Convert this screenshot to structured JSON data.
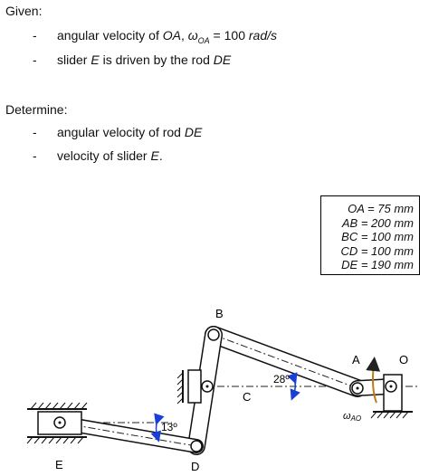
{
  "given": {
    "title": "Given:",
    "items": [
      {
        "dash": "-",
        "text": "angular velocity of OA, ωOA = 100 rad/s"
      },
      {
        "dash": "-",
        "text": "slider E is driven by the rod DE"
      }
    ]
  },
  "determine": {
    "title": "Determine:",
    "items": [
      {
        "dash": "-",
        "text": "angular velocity of rod DE"
      },
      {
        "dash": "-",
        "text": "velocity of slider E."
      }
    ]
  },
  "dimensions": [
    "OA = 75 mm",
    "AB = 200 mm",
    "BC = 100 mm",
    "CD = 100 mm",
    "DE = 190 mm"
  ],
  "diagram": {
    "point_labels": {
      "A": "A",
      "B": "B",
      "C": "C",
      "D": "D",
      "E": "E",
      "O": "O"
    },
    "angle_ab": "28º",
    "angle_de": "13º",
    "omega_label": "ωAO"
  }
}
